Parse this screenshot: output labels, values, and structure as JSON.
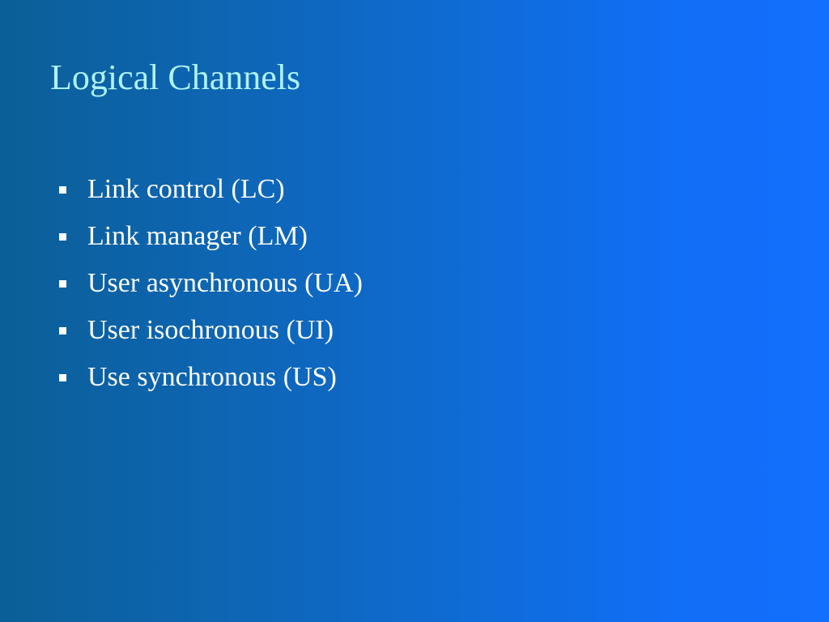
{
  "slide": {
    "title": "Logical Channels",
    "bullets": [
      "Link control (LC)",
      "Link manager (LM)",
      "User asynchronous (UA)",
      "User isochronous (UI)",
      "Use synchronous (US)"
    ]
  },
  "colors": {
    "background_left": "#0b5f97",
    "background_right": "#136ffd",
    "title": "#aef2f6",
    "text": "#ffffff"
  },
  "icons": {
    "bullet": "square-bullet-icon"
  }
}
